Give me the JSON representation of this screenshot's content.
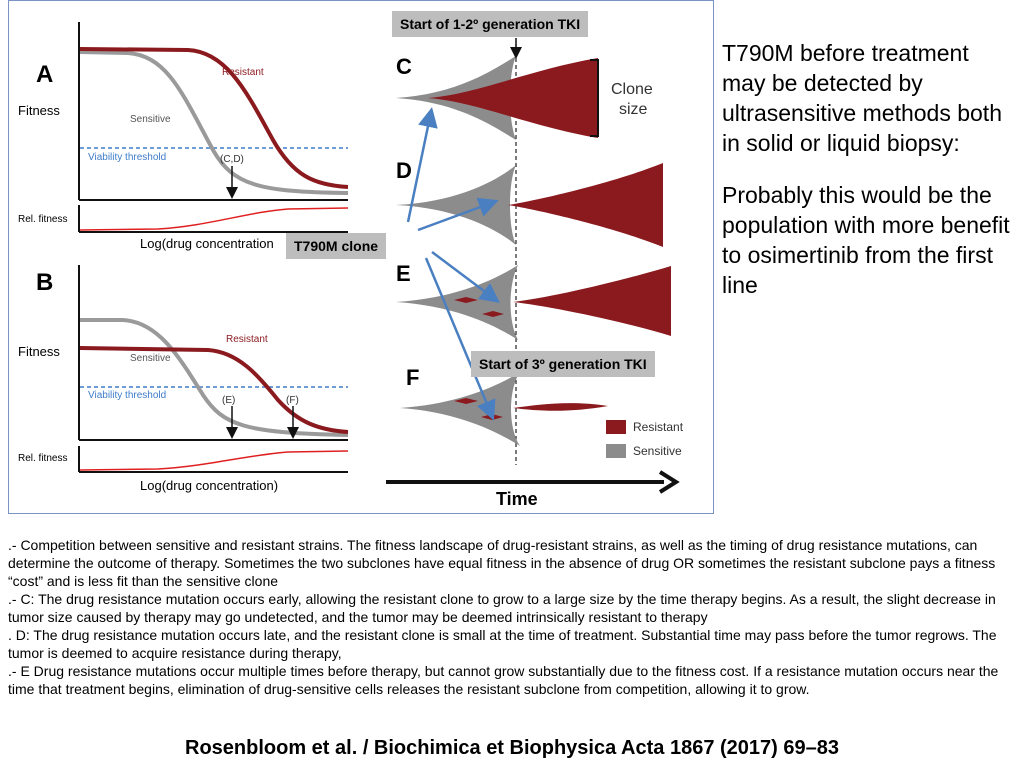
{
  "figure": {
    "panel_a": {
      "letter": "A",
      "y_label": "Fitness",
      "threshold_label": "Viability threshold",
      "resistant_label": "Resistant",
      "sensitive_label": "Sensitive",
      "marker_label": "(C,D)",
      "rel_fitness_label": "Rel. fitness",
      "x_label": "Log(drug concentration"
    },
    "panel_b": {
      "letter": "B",
      "y_label": "Fitness",
      "threshold_label": "Viability threshold",
      "resistant_label": "Resistant",
      "sensitive_label": "Sensitive",
      "marker_e": "(E)",
      "marker_f": "(F)",
      "rel_fitness_label": "Rel. fitness",
      "x_label": "Log(drug concentration)"
    },
    "clone_panels": {
      "c": "C",
      "d": "D",
      "e": "E",
      "f": "F",
      "clone_size_label": [
        "Clone",
        "size"
      ],
      "time_label": "Time"
    },
    "legend": {
      "resistant": "Resistant",
      "sensitive": "Sensitive"
    },
    "colors": {
      "resistant": "#8b1a1f",
      "sensitive": "#8c8c8c",
      "threshold": "#3d7cc9",
      "arrow": "#4a7fc1",
      "rel_fitness": "#e02020"
    }
  },
  "callouts": {
    "start_tki_1_2": "Start of 1-2º generation TKI",
    "t790m_clone": "T790M clone",
    "start_tki_3": "Start of  3º generation TKI"
  },
  "side_text": {
    "p1": "T790M before treatment may be detected by ultrasensitive methods both in solid or liquid biopsy:",
    "p2": "Probably this would be the population with more benefit to osimertinib from the first line"
  },
  "caption": {
    "l1": ".- Competition between sensitive and resistant strains. The fitness landscape of drug-resistant strains, as well as the timing of drug resistance mutations, can determine the outcome of therapy.  Sometimes the two subclones have equal fitness in the absence of drug  OR sometimes the resistant subclone pays a fitness “cost” and is less fit than the sensitive clone",
    "l2": ".- C: The drug resistance mutation occurs early, allowing the resistant clone to grow to a large size by the time therapy begins. As a result, the slight decrease in tumor size caused by therapy may go undetected, and the tumor may be deemed intrinsically resistant to therapy",
    "l3": ".  D: The drug resistance mutation occurs late, and the resistant clone is small at the time of treatment. Substantial time may pass before the tumor regrows. The tumor is deemed to acquire resistance during therapy,",
    "l4": ".- E  Drug resistance mutations occur multiple times before therapy, but cannot grow substantially due to the fitness cost. If a resistance mutation occurs near the time that treatment begins, elimination of drug-sensitive cells releases the resistant subclone from competition, allowing it to grow."
  },
  "citation": "Rosenbloom et al. / Biochimica et Biophysica Acta 1867 (2017) 69–83"
}
